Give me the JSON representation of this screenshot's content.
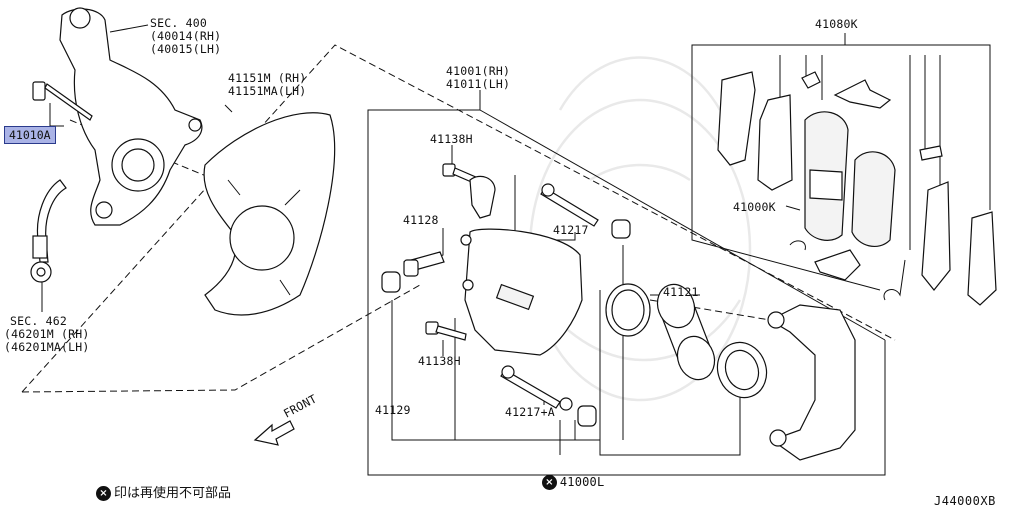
{
  "labels": {
    "sec400": "SEC. 400",
    "knuckle_rh": "(40014(RH)",
    "knuckle_lh": "(40015(LH)",
    "bolt": "41010A",
    "plate_rh": "41151M (RH)",
    "plate_lh": "41151MA(LH)",
    "sec462": "SEC. 462",
    "hose_rh": "(46201M (RH)",
    "hose_lh": "(46201MA(LH)",
    "caliper_rh": "41001(RH)",
    "caliper_lh": "41011(LH)",
    "bolt_41138h_top": "41138H",
    "bolt_41138h_bottom": "41138H",
    "bleeder": "41128",
    "pin_41217": "41217",
    "pin_41217a": "41217+A",
    "boot_41129": "41129",
    "seal_kit": "41000L",
    "piston": "41121",
    "pad_kit": "41080K",
    "pad_set": "41000K",
    "front": "FRONT"
  },
  "footnote": {
    "mark": "×",
    "text": "印は再使用不可部品"
  },
  "diagram_ref": "J44000XB"
}
